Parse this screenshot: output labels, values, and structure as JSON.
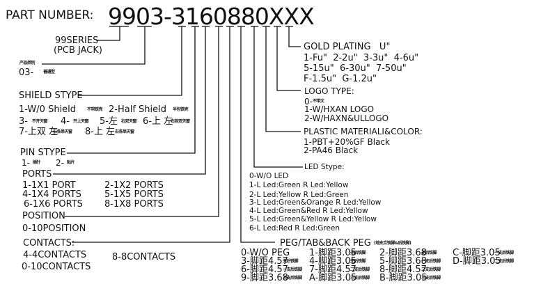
{
  "part_number": {
    "label": "PART NUMBER:",
    "value": "9903-3160880XXX"
  },
  "series": {
    "title": "99SERIES",
    "subtitle": "(PCB JACK)"
  },
  "product_type": {
    "title": "产品类别",
    "code": "03-",
    "desc": "普通型"
  },
  "shield": {
    "title": "SHIELD STYPE",
    "options": [
      {
        "code": "1-W/0 Shield",
        "desc": "不带铁壳"
      },
      {
        "code": "2-Half Shield",
        "desc": "半包铁壳"
      },
      {
        "code": "3-",
        "desc": "不开天窗"
      },
      {
        "code": "4-",
        "desc": "开上天窗"
      },
      {
        "code": "5-左",
        "desc": "右双天窗"
      },
      {
        "code": "6-上 左",
        "desc": "右各双天窗"
      },
      {
        "code": "7-上双 左",
        "desc": "右各单天窗"
      },
      {
        "code": "8-上 左",
        "desc": "右各单天窗"
      }
    ]
  },
  "pin": {
    "title": "PIN STYPE",
    "options": [
      {
        "code": "1-",
        "desc": "插针"
      },
      {
        "code": "2-",
        "desc": "贴片"
      }
    ]
  },
  "ports": {
    "title": "PORTS",
    "options": [
      "1-1X1 PORT",
      "2-1X2 PORTS",
      "4-1X4 PORTS",
      "5-1X5 PORTS",
      "6-1X6 PORTS",
      "8-1X8 PORTS"
    ]
  },
  "position": {
    "title": "POSITION",
    "options": [
      "0-10POSITION"
    ]
  },
  "contacts": {
    "title": "CONTACTS:",
    "options": [
      "4-4CONTACTS",
      "8-8CONTACTS",
      "0-10CONTACTS"
    ]
  },
  "gold": {
    "title": "GOLD PLATING   U\"",
    "lines": [
      "1-Fu\"  2-2u\"  3-3u\"  4-6u\"",
      "5-15u\"  6-30u\"  7-50u\"",
      "F-1.5u\"  G-1.2u\""
    ]
  },
  "logo": {
    "title": "LOGO TYPE:",
    "options": [
      {
        "code": "0-",
        "desc": "不带文"
      },
      {
        "code": "1-W/HXAN LOGO",
        "desc": ""
      },
      {
        "code": "2-W/HAXN&ULLOGO",
        "desc": ""
      }
    ]
  },
  "plastic": {
    "title": "PLASTIC MATERIALI&COLOR:",
    "options": [
      "1-PBT+20%GF Black",
      "2-PA46 Black"
    ]
  },
  "led": {
    "title": "LED Stype:",
    "options": [
      "0-W/O LED",
      "1-L Led:Green R Led:Yellow",
      "2-L Led:Yellow R Led:Green",
      "3-L Led:Green&Orange R Led:Yellow",
      "4-L Led:Green&Red R Led:Yellow",
      "5-L Led:Green&Yellow R Led:Yellow",
      "6-L Led:Red R Led:Green"
    ]
  },
  "peg": {
    "title": "PEG/TAB&BACK PEG",
    "title_note": "(地支合铁脚&后铁脚)",
    "options": [
      {
        "code": "0-W/O PEG",
        "desc": ""
      },
      {
        "code": "1-脚距3.05",
        "desc": "无后铁脚"
      },
      {
        "code": "2-脚距3.68",
        "desc": "无后铁脚"
      },
      {
        "code": "C-脚距3.05",
        "desc": "一支后铁脚"
      },
      {
        "code": "3-脚距4.57",
        "desc": "无后铁脚"
      },
      {
        "code": "4-脚距3.05",
        "desc": "无后铁脚"
      },
      {
        "code": "5-脚距3.68",
        "desc": "一支后铁脚"
      },
      {
        "code": "D-脚距3.05",
        "desc": "二支后铁脚"
      },
      {
        "code": "6-脚距4.57",
        "desc": "一支后铁脚"
      },
      {
        "code": "7-脚距4.57",
        "desc": "二支后铁脚"
      },
      {
        "code": "8-脚距4.57",
        "desc": "三支后铁脚"
      },
      {
        "code": "9-脚距3.68",
        "desc": "三支后铁脚"
      },
      {
        "code": "A-脚距3.05",
        "desc": "三支后铁脚"
      },
      {
        "code": "B-脚距3.05",
        "desc": "三支后铁脚"
      }
    ]
  }
}
